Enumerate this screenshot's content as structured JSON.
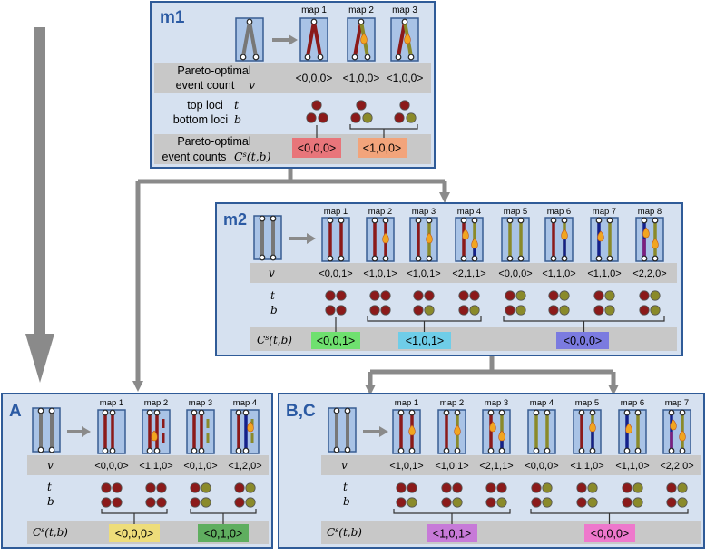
{
  "colors": {
    "panel_fill": "#d6e1f0",
    "panel_border": "#2f5b98",
    "panel_label": "#2b5aa3",
    "gray_band": "#c8c8c8",
    "arrow": "#8a8a8a",
    "gene_box": "#a9c3e6",
    "gene_border": "#385d92",
    "red": "#8b1a1a",
    "olive": "#8a8a2a",
    "navy": "#14218a",
    "purple": "#7d1f7d",
    "orange": "#f1a520"
  },
  "panels": {
    "m1": {
      "label": "m1",
      "maps": [
        "map 1",
        "map 2",
        "map 3"
      ],
      "row_v_label_1": "Pareto-optimal",
      "row_v_label_2": "event count",
      "row_v_var": "v",
      "v_values": [
        "<0,0,0>",
        "<1,0,0>",
        "<1,0,0>"
      ],
      "row_tb_top": "top loci",
      "row_tb_top_var": "t",
      "row_tb_bottom": "bottom loci",
      "row_tb_bottom_var": "b",
      "row_c_label_1": "Pareto-optimal",
      "row_c_label_2": "event counts",
      "row_c_var": "C^s(t,b)",
      "c_badges": [
        {
          "text": "<0,0,0>",
          "color": "#e8757a"
        },
        {
          "text": "<1,0,0>",
          "color": "#f2a47b"
        }
      ]
    },
    "m2": {
      "label": "m2",
      "maps": [
        "map 1",
        "map 2",
        "map 3",
        "map 4",
        "map 5",
        "map 6",
        "map 7",
        "map 8"
      ],
      "v_var": "v",
      "v_values": [
        "<0,0,1>",
        "<1,0,1>",
        "<1,0,1>",
        "<2,1,1>",
        "<0,0,0>",
        "<1,1,0>",
        "<1,1,0>",
        "<2,2,0>"
      ],
      "t_var": "t",
      "b_var": "b",
      "c_var": "C^s(t,b)",
      "c_badges": [
        {
          "text": "<0,0,1>",
          "color": "#6fe06f"
        },
        {
          "text": "<1,0,1>",
          "color": "#6fcde8"
        },
        {
          "text": "<0,0,0>",
          "color": "#7b7be0"
        }
      ]
    },
    "A": {
      "label": "A",
      "maps": [
        "map 1",
        "map 2",
        "map 3",
        "map 4"
      ],
      "v_var": "v",
      "v_values": [
        "<0,0,0>",
        "<1,1,0>",
        "<0,1,0>",
        "<1,2,0>"
      ],
      "t_var": "t",
      "b_var": "b",
      "c_var": "C^s(t,b)",
      "c_badges": [
        {
          "text": "<0,0,0>",
          "color": "#eedd7a"
        },
        {
          "text": "<0,1,0>",
          "color": "#5fae5f"
        }
      ]
    },
    "BC": {
      "label": "B,C",
      "maps": [
        "map 1",
        "map 2",
        "map 3",
        "map 4",
        "map 5",
        "map 6",
        "map 7"
      ],
      "v_var": "v",
      "v_values": [
        "<1,0,1>",
        "<1,0,1>",
        "<2,1,1>",
        "<0,0,0>",
        "<1,1,0>",
        "<1,1,0>",
        "<2,2,0>"
      ],
      "t_var": "t",
      "b_var": "b",
      "c_var": "C^s(t,b)",
      "c_badges": [
        {
          "text": "<1,0,1>",
          "color": "#c77ad8"
        },
        {
          "text": "<0,0,0>",
          "color": "#ee78cc"
        }
      ]
    }
  }
}
